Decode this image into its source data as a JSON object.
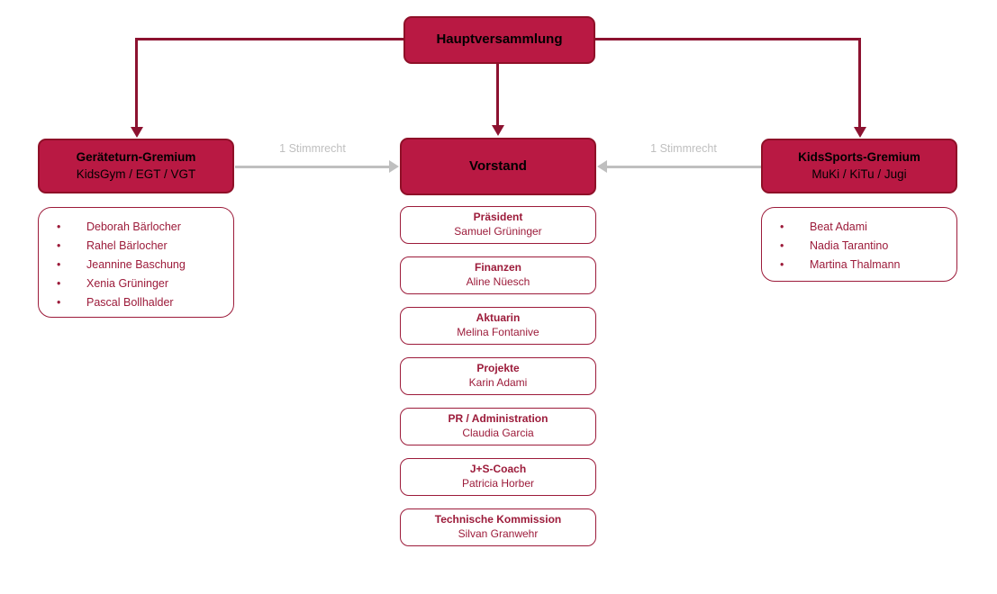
{
  "diagram": {
    "top_box": {
      "title": "Hauptversammlung"
    },
    "left_gremium": {
      "title": "Geräteturn-Gremium",
      "subtitle": "KidsGym / EGT / VGT"
    },
    "center_box": {
      "title": "Vorstand"
    },
    "right_gremium": {
      "title": "KidsSports-Gremium",
      "subtitle": "MuKi / KiTu / Jugi"
    },
    "edge_labels": {
      "left": "1 Stimmrecht",
      "right": "1 Stimmrecht"
    },
    "left_members": [
      "Deborah Bärlocher",
      "Rahel Bärlocher",
      "Jeannine Baschung",
      "Xenia Grüninger",
      "Pascal Bollhalder"
    ],
    "right_members": [
      "Beat Adami",
      "Nadia Tarantino",
      "Martina Thalmann"
    ],
    "vorstand_roles": [
      {
        "role": "Präsident",
        "name": "Samuel Grüninger"
      },
      {
        "role": "Finanzen",
        "name": "Aline Nüesch"
      },
      {
        "role": "Aktuarin",
        "name": "Melina Fontanive"
      },
      {
        "role": "Projekte",
        "name": "Karin Adami"
      },
      {
        "role": "PR / Administration",
        "name": "Claudia Garcia"
      },
      {
        "role": "J+S-Coach",
        "name": "Patricia Horber"
      },
      {
        "role": "Technische Kommission",
        "name": "Silvan Granwehr"
      }
    ],
    "colors": {
      "node_fill": "#B91943",
      "node_border": "#8F1028",
      "connector_dark": "#8C1230",
      "connector_gray": "#BFBFBF",
      "outline_red": "#9C1B3A"
    }
  }
}
